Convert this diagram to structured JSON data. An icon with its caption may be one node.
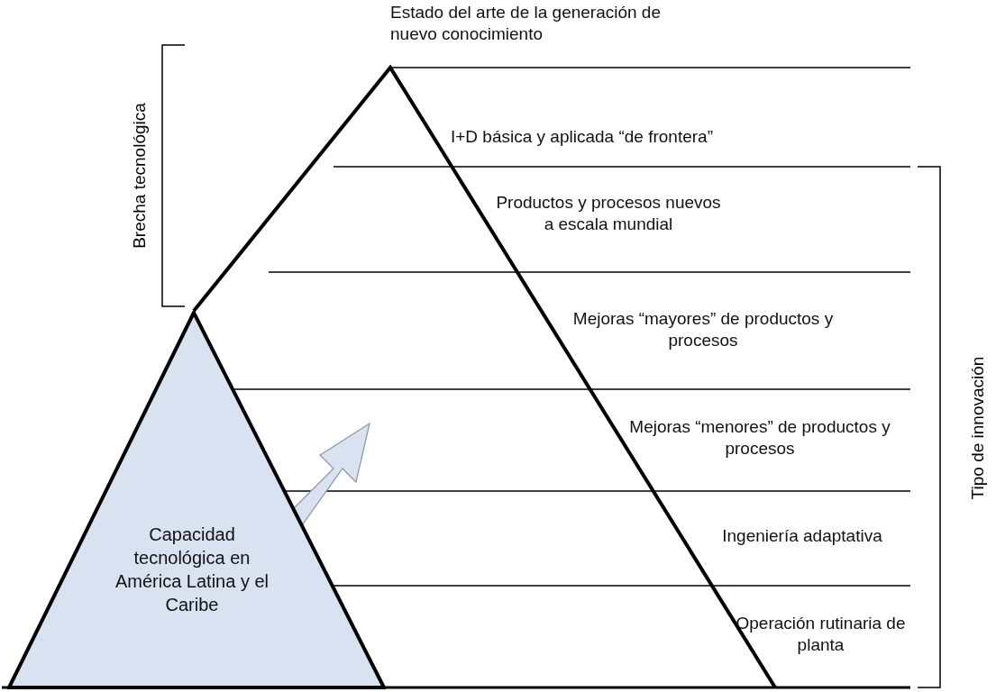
{
  "diagram": {
    "nodes": [
      {
        "text": [
          "Capacidad tecnológica en América Latina y el Caribe"
        ]
      }
    ],
    "edges": [],
    "labels": [
      "Estado del arte de la generación de nuevo conocimiento",
      "I+D básica y aplicada “de frontera”",
      "Productos y procesos nuevos a escala mundial",
      "Mejoras “mayores” de productos y procesos",
      "Mejoras “menores” de productos y procesos",
      "Ingeniería adaptativa",
      "Operación rutinaria de planta",
      "Brecha tecnológica",
      "Tipo de innovación"
    ]
  }
}
